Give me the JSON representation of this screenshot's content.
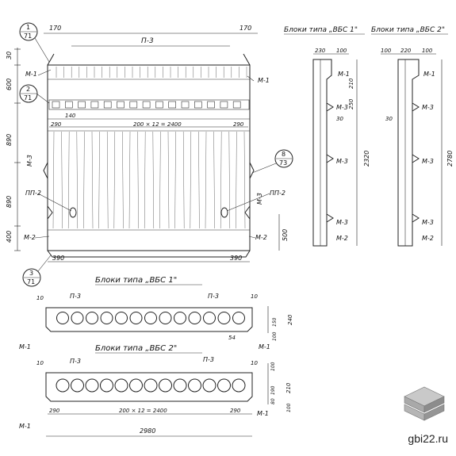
{
  "titles": {
    "vbs1_top": "Блоки типа „ВБС 1\"",
    "vbs2_top": "Блоки типа „ВБС 2\"",
    "vbs1_plan": "Блоки типа „ВБС 1\"",
    "vbs2_plan": "Блоки типа „ВБС 2\""
  },
  "callouts": {
    "c1": {
      "num": "1",
      "sheet": "71"
    },
    "c2": {
      "num": "2",
      "sheet": "71"
    },
    "c3": {
      "num": "3",
      "sheet": "71"
    },
    "c8": {
      "num": "8",
      "sheet": "73"
    }
  },
  "labels": {
    "p3": "П-3",
    "m1": "М-1",
    "m2": "М-2",
    "m3": "М-3",
    "pp2": "ПП-2"
  },
  "dims": {
    "d170": "170",
    "d30": "30",
    "d600": "600",
    "d890a": "890",
    "d890b": "890",
    "d400": "400",
    "d290": "290",
    "d140": "140",
    "d200x12": "200 × 12 = 2400",
    "d390": "390",
    "d250": "250",
    "d500": "500",
    "d230": "230",
    "d100": "100",
    "d210": "210",
    "d2320": "2320",
    "d220": "220",
    "d2780": "2780",
    "d10": "10",
    "d54": "54",
    "d2980": "2980",
    "d150": "150",
    "d240": "240",
    "d190": "190",
    "d80": "80"
  },
  "watermark": {
    "text": "gbi22.ru"
  }
}
